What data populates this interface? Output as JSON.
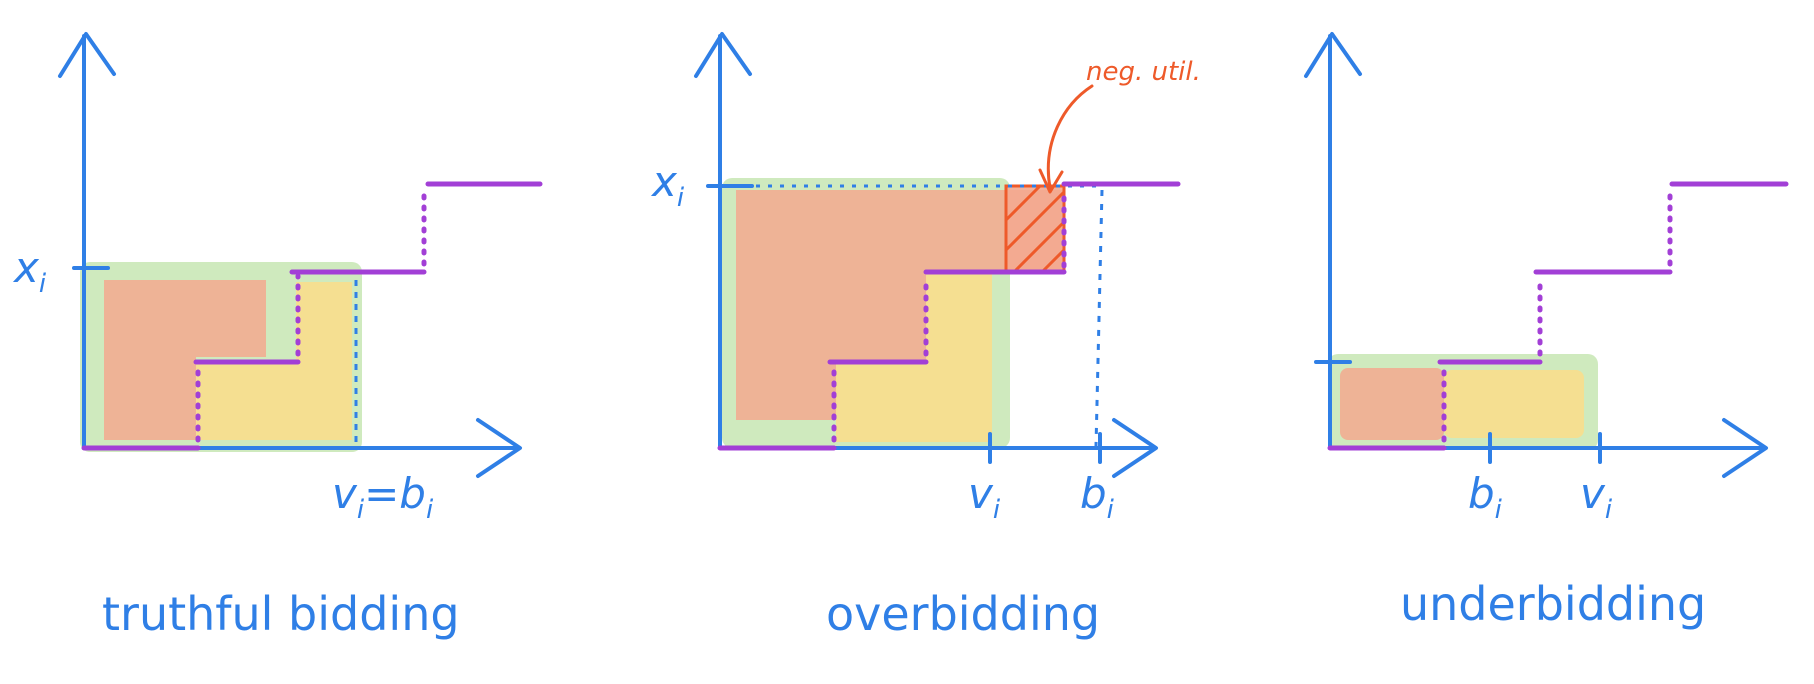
{
  "panels": [
    {
      "caption": "truthful bidding",
      "y_label": "x",
      "y_sub": "i",
      "x_label": "v",
      "x_sub": "i",
      "x_label2": "=b",
      "x_sub2": "i"
    },
    {
      "caption": "overbidding",
      "y_label": "x",
      "y_sub": "i",
      "v_label": "v",
      "v_sub": "i",
      "b_label": "b",
      "b_sub": "i",
      "note": "neg. util."
    },
    {
      "caption": "underbidding",
      "b_label": "b",
      "b_sub": "i",
      "v_label": "v",
      "v_sub": "i"
    }
  ],
  "colors": {
    "axis": "#2f7fe6",
    "step": "#a23fd6",
    "green": "#bfe3a8",
    "salmon": "#f3a98f",
    "yellow": "#f8de8c",
    "neg": "#ee5a2a"
  }
}
